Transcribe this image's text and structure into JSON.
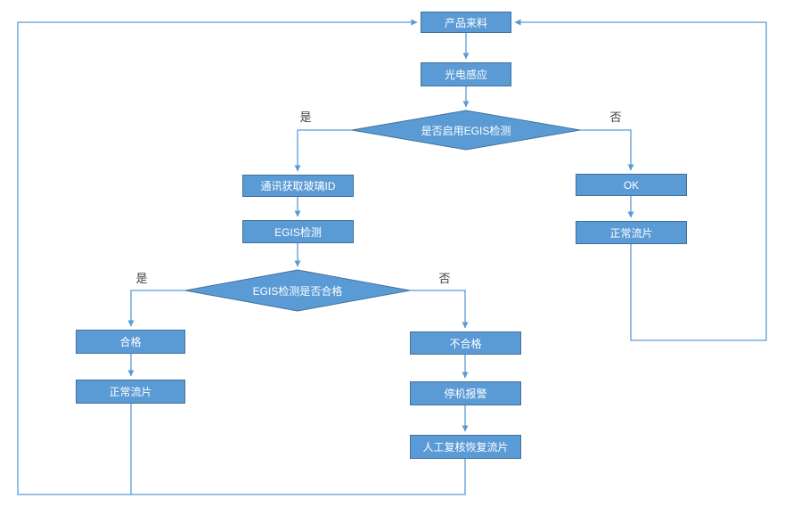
{
  "diagram": {
    "type": "flowchart",
    "colors": {
      "node_fill": "#5b9bd5",
      "node_border": "#41719c",
      "connector": "#5b9bd5",
      "node_text": "#ffffff",
      "label_text": "#3f3f3f"
    },
    "nodes": {
      "start": {
        "label": "产品来料",
        "type": "process"
      },
      "photo": {
        "label": "光电感应",
        "type": "process"
      },
      "egis_enable": {
        "label": "是否启用EGIS检测",
        "type": "decision"
      },
      "get_id": {
        "label": "通讯获取玻璃ID",
        "type": "process"
      },
      "egis_check": {
        "label": "EGIS检测",
        "type": "process"
      },
      "egis_result": {
        "label": "EGIS检测是否合格",
        "type": "decision"
      },
      "ok": {
        "label": "OK",
        "type": "process"
      },
      "normal_right": {
        "label": "正常流片",
        "type": "process"
      },
      "pass": {
        "label": "合格",
        "type": "process"
      },
      "normal_left": {
        "label": "正常流片",
        "type": "process"
      },
      "fail": {
        "label": "不合格",
        "type": "process"
      },
      "alarm": {
        "label": "停机报警",
        "type": "process"
      },
      "manual": {
        "label": "人工复核恢复流片",
        "type": "process"
      }
    },
    "edge_labels": {
      "enable_yes": "是",
      "enable_no": "否",
      "result_yes": "是",
      "result_no": "否"
    },
    "edges": [
      {
        "from": "产品来料",
        "to": "光电感应"
      },
      {
        "from": "光电感应",
        "to": "是否启用EGIS检测"
      },
      {
        "from": "是否启用EGIS检测",
        "to": "通讯获取玻璃ID",
        "label": "是"
      },
      {
        "from": "是否启用EGIS检测",
        "to": "OK",
        "label": "否"
      },
      {
        "from": "通讯获取玻璃ID",
        "to": "EGIS检测"
      },
      {
        "from": "EGIS检测",
        "to": "EGIS检测是否合格"
      },
      {
        "from": "EGIS检测是否合格",
        "to": "合格",
        "label": "是"
      },
      {
        "from": "EGIS检测是否合格",
        "to": "不合格",
        "label": "否"
      },
      {
        "from": "合格",
        "to": "正常流片"
      },
      {
        "from": "不合格",
        "to": "停机报警"
      },
      {
        "from": "停机报警",
        "to": "人工复核恢复流片"
      },
      {
        "from": "OK",
        "to": "正常流片"
      },
      {
        "from": "正常流片",
        "to": "产品来料"
      },
      {
        "from": "正常流片/人工复核恢复流片",
        "to": "产品来料"
      }
    ]
  }
}
